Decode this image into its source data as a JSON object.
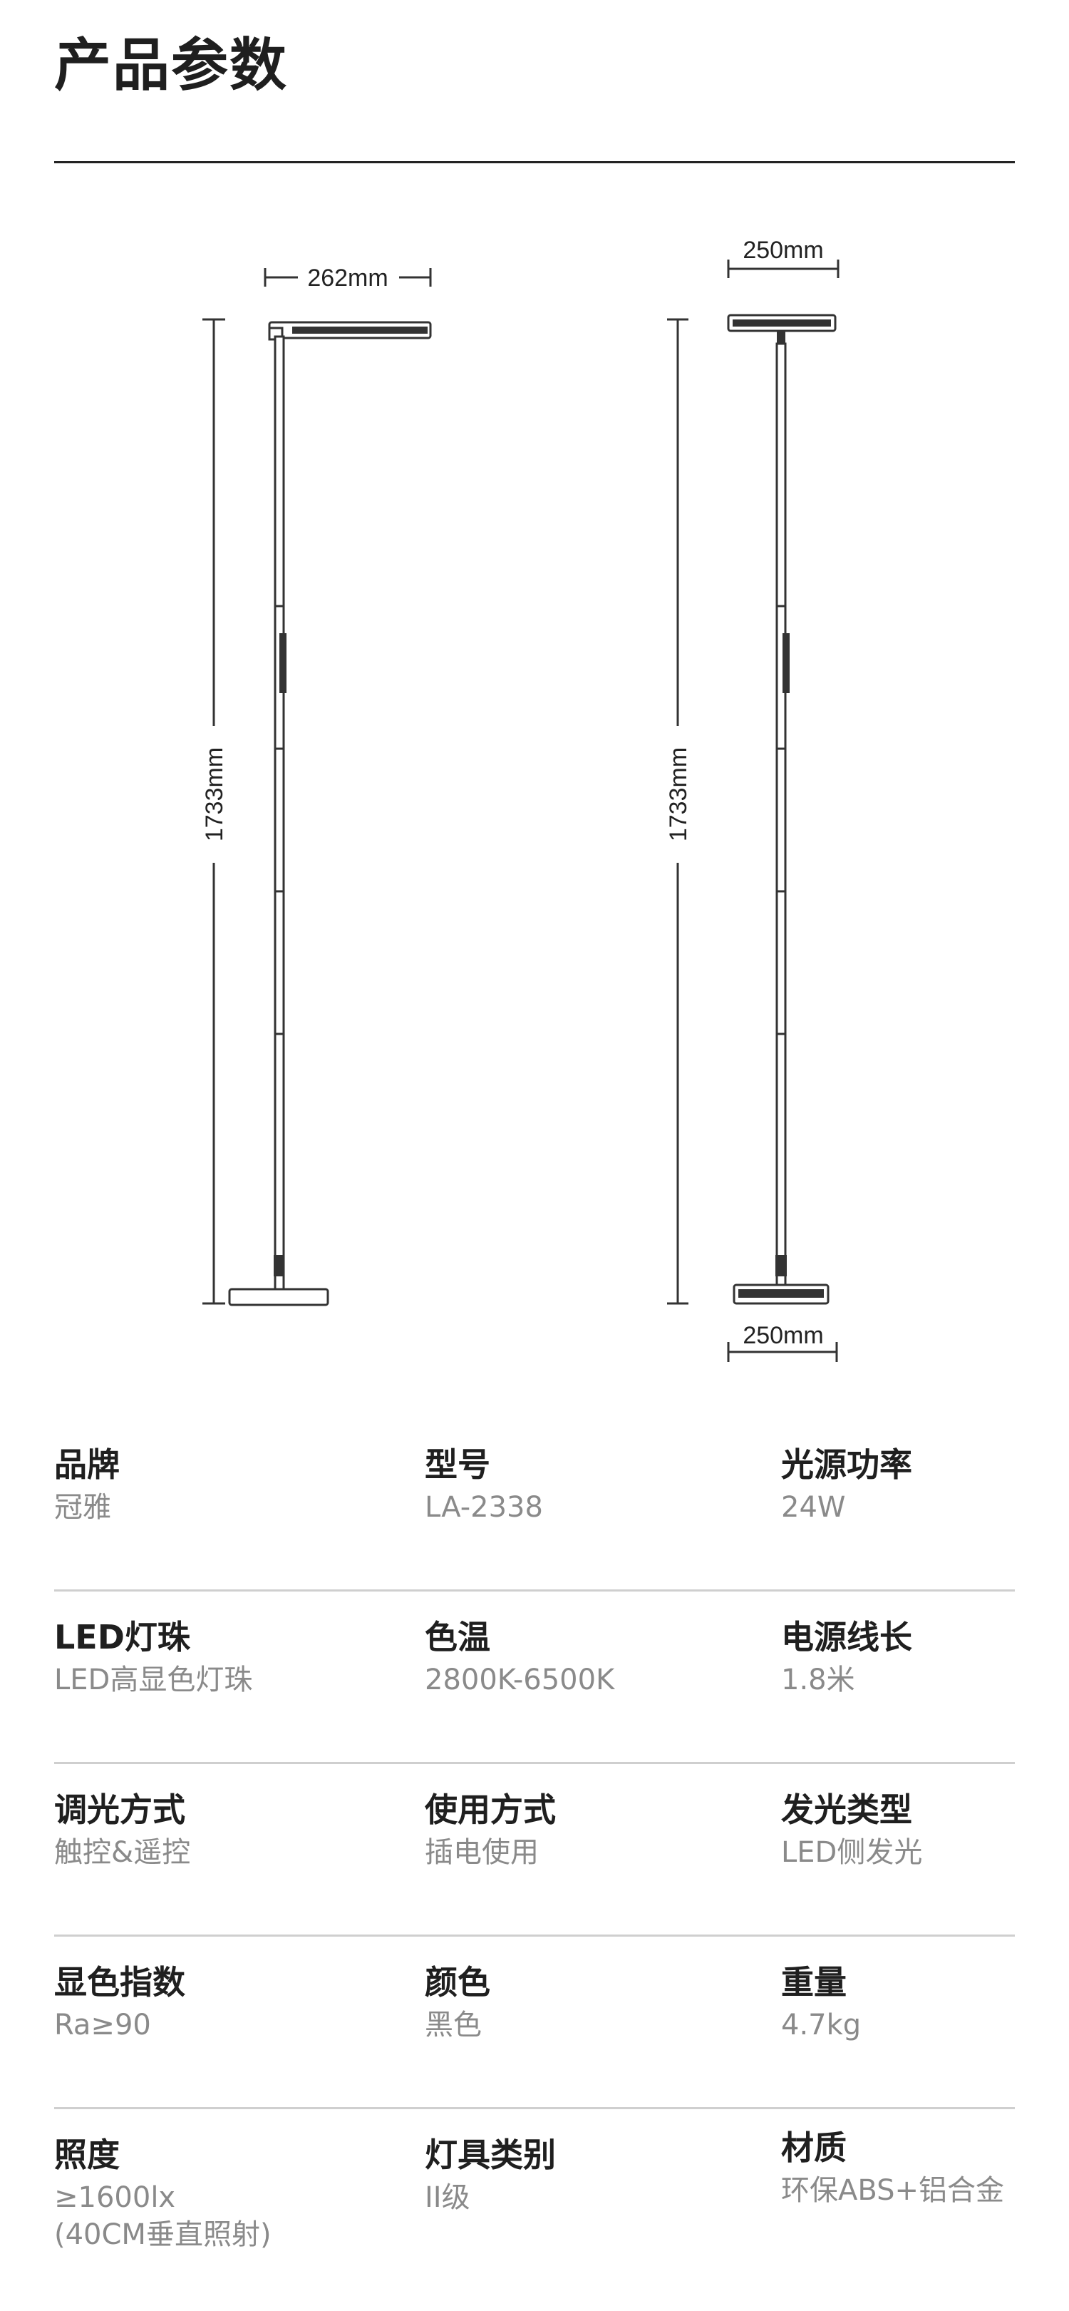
{
  "page": {
    "title": "产品参数"
  },
  "dimensions": {
    "side_view": {
      "head_width": "262mm",
      "height": "1733mm"
    },
    "front_view": {
      "head_width": "250mm",
      "height": "1733mm",
      "base_width": "250mm"
    }
  },
  "specs": [
    [
      {
        "label": "品牌",
        "value": "冠雅"
      },
      {
        "label": "型号",
        "value": "LA-2338"
      },
      {
        "label": "光源功率",
        "value": "24W"
      }
    ],
    [
      {
        "label": "LED灯珠",
        "value": "LED高显色灯珠"
      },
      {
        "label": "色温",
        "value": "2800K-6500K"
      },
      {
        "label": "电源线长",
        "value": "1.8米"
      }
    ],
    [
      {
        "label": "调光方式",
        "value": "触控&遥控"
      },
      {
        "label": "使用方式",
        "value": "插电使用"
      },
      {
        "label": "发光类型",
        "value": "LED侧发光"
      }
    ],
    [
      {
        "label": "显色指数",
        "value": "Ra≥90"
      },
      {
        "label": "颜色",
        "value": "黑色"
      },
      {
        "label": "重量",
        "value": "4.7kg"
      }
    ],
    [
      {
        "label": "照度",
        "value": "≥1600lx\n(40CM垂直照射)"
      },
      {
        "label": "灯具类别",
        "value": "II级"
      },
      {
        "label": "材质",
        "value": "环保ABS+铝合金"
      }
    ]
  ]
}
